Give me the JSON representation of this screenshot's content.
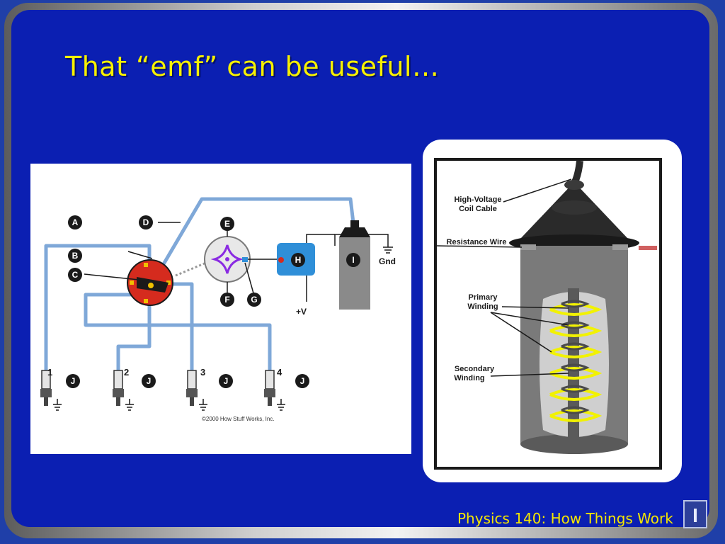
{
  "slide": {
    "title": "That “emf” can be useful…",
    "footer": "Physics 140: How Things Work",
    "logo_letter": "I"
  },
  "ignition_diagram": {
    "label_a": "A",
    "label_b": "B",
    "label_c": "C",
    "label_d": "D",
    "label_e": "E",
    "label_f": "F",
    "label_g": "G",
    "label_h": "H",
    "label_i": "I",
    "label_j": "J",
    "ground_label": "Gnd",
    "supply_label": "+V",
    "plug_numbers": [
      "1",
      "2",
      "3",
      "4"
    ],
    "copyright": "©2000 How Stuff Works, Inc."
  },
  "coil_diagram": {
    "high_voltage_line1": "High-Voltage",
    "high_voltage_line2": "Coil Cable",
    "resistance_wire": "Resistance Wire",
    "primary_line1": "Primary",
    "primary_line2": "Winding",
    "secondary_line1": "Secondary",
    "secondary_line2": "Winding"
  },
  "colors": {
    "slide_background": "#0b1fb2",
    "title_yellow": "#f7f000",
    "wire_blue": "#7fa8d8",
    "distributor_red": "#d52b1e",
    "coil_box_blue": "#2f8fd8",
    "winding_yellow": "#f2f200"
  }
}
